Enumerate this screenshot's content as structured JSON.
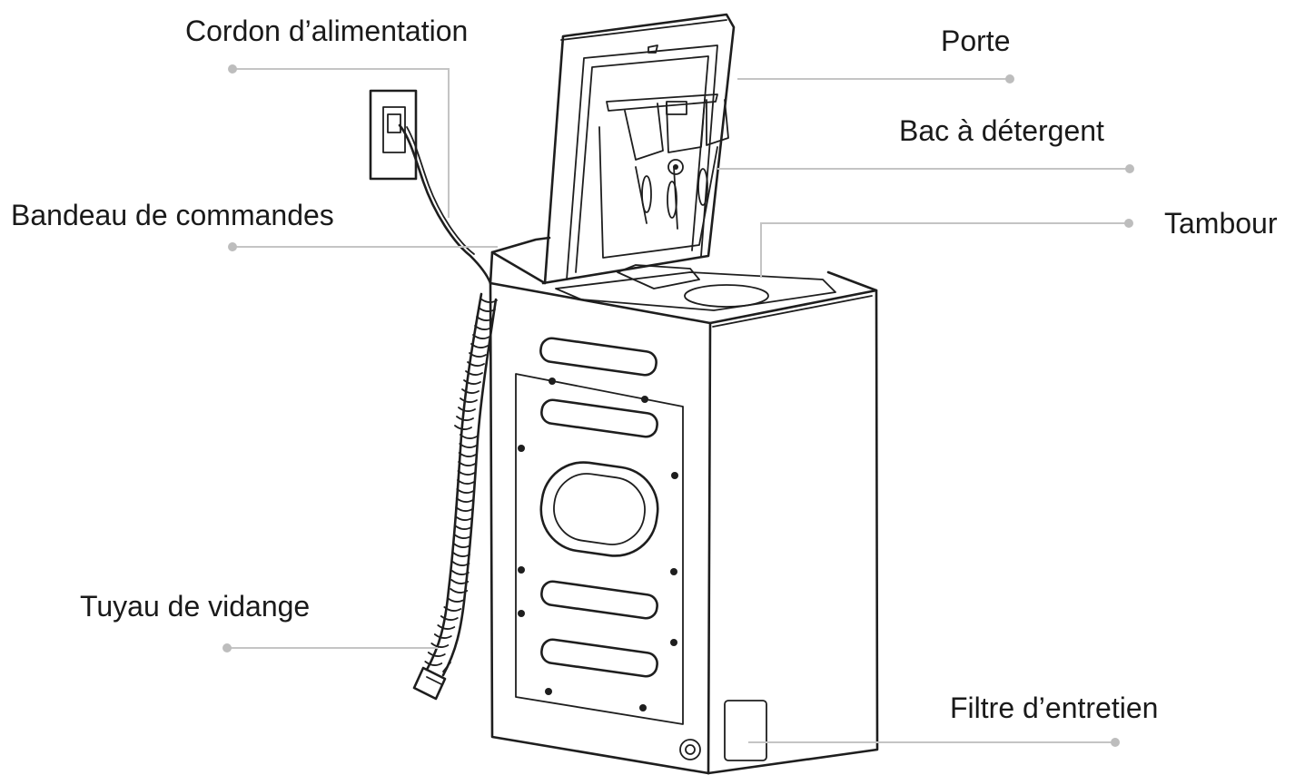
{
  "labels": {
    "power_cord": "Cordon d’alimentation",
    "control_panel": "Bandeau de commandes",
    "drain_hose": "Tuyau de vidange",
    "door": "Porte",
    "detergent_tray": "Bac à détergent",
    "drum": "Tambour",
    "service_filter": "Filtre d’entretien"
  },
  "colors": {
    "line_art": "#1e1e1e",
    "leader_line": "#c4c4c4",
    "leader_dot": "#bdbdbd",
    "text": "#1a1a1a"
  }
}
